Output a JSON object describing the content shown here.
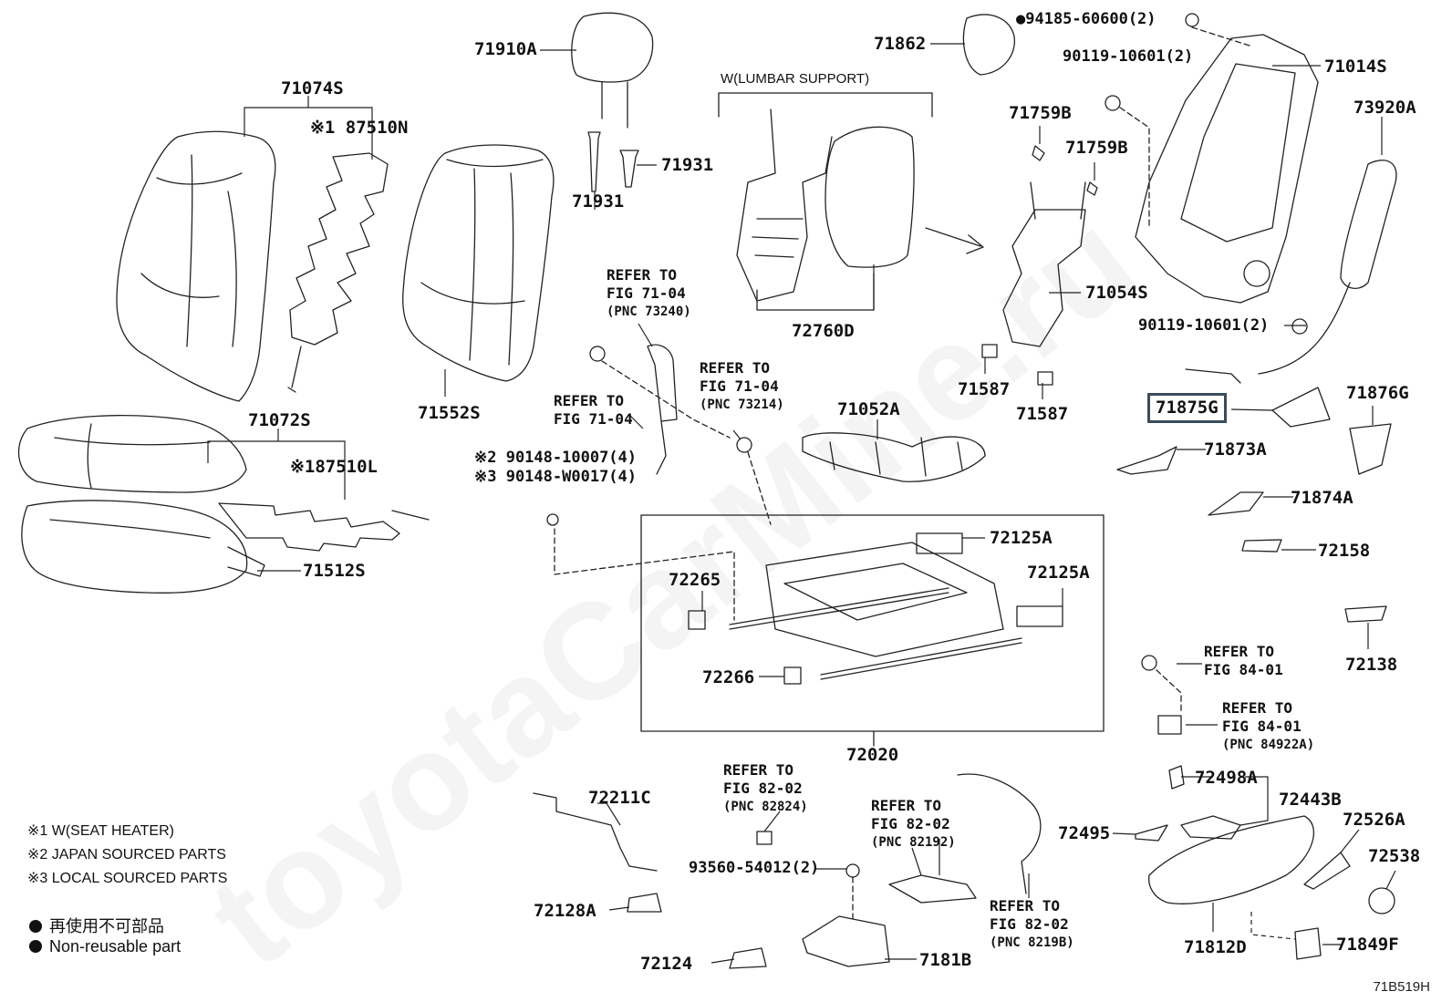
{
  "watermark": "toyotaCarMine.ru",
  "diagram_code": "71B519H",
  "lumbar_title": "W(LUMBAR SUPPORT)",
  "labels": {
    "p71910A": "71910A",
    "p71931a": "71931",
    "p71931b": "71931",
    "p71074S": "71074S",
    "p87510N": "※1 87510N",
    "p71072S": "71072S",
    "p87510L": "※187510L",
    "p71552S": "71552S",
    "p71512S": "71512S",
    "p71862": "71862",
    "p94185": "●94185-60600(2)",
    "p90119a": "90119-10601(2)",
    "p71014S": "71014S",
    "p73920A": "73920A",
    "p71759Ba": "71759B",
    "p71759Bb": "71759B",
    "p71054S": "71054S",
    "p90119b": "90119-10601(2)",
    "p71587a": "71587",
    "p71587b": "71587",
    "p72760D": "72760D",
    "p71052A": "71052A",
    "p71875G": "71875G",
    "p71876G": "71876G",
    "p71873A": "71873A",
    "p71874A": "71874A",
    "p72158": "72158",
    "p72138": "72138",
    "p72125Aa": "72125A",
    "p72125Ab": "72125A",
    "p72265": "72265",
    "p72266": "72266",
    "p72020": "72020",
    "p90148a": "※2 90148-10007(4)",
    "p90148b": "※3 90148-W0017(4)",
    "p72211C": "72211C",
    "p72128A": "72128A",
    "p72124": "72124",
    "p93560": "93560-54012(2)",
    "p7181B": "7181B",
    "p72498A": "72498A",
    "p72443B": "72443B",
    "p72495": "72495",
    "p72526A": "72526A",
    "p72538": "72538",
    "p71812D": "71812D",
    "p71849F": "71849F"
  },
  "refs": {
    "r73240": {
      "l1": "REFER TO",
      "l2": "FIG 71-04",
      "l3": "(PNC 73240)"
    },
    "r7104": {
      "l1": "REFER TO",
      "l2": "FIG 71-04"
    },
    "r73214": {
      "l1": "REFER TO",
      "l2": "FIG 71-04",
      "l3": "(PNC 73214)"
    },
    "r8401a": {
      "l1": "REFER TO",
      "l2": "FIG 84-01"
    },
    "r8401b": {
      "l1": "REFER TO",
      "l2": "FIG 84-01",
      "l3": "(PNC 84922A)"
    },
    "r82824": {
      "l1": "REFER TO",
      "l2": "FIG 82-02",
      "l3": "(PNC 82824)"
    },
    "r82192": {
      "l1": "REFER TO",
      "l2": "FIG 82-02",
      "l3": "(PNC 82192)"
    },
    "r8219B": {
      "l1": "REFER TO",
      "l2": "FIG 82-02",
      "l3": "(PNC 8219B)"
    }
  },
  "notes": {
    "n1": "※1 W(SEAT HEATER)",
    "n2": "※2 JAPAN SOURCED PARTS",
    "n3": "※3 LOCAL SOURCED PARTS"
  },
  "legend": {
    "jp": "再使用不可部品",
    "en": "Non-reusable part"
  },
  "highlight": "p71875G"
}
